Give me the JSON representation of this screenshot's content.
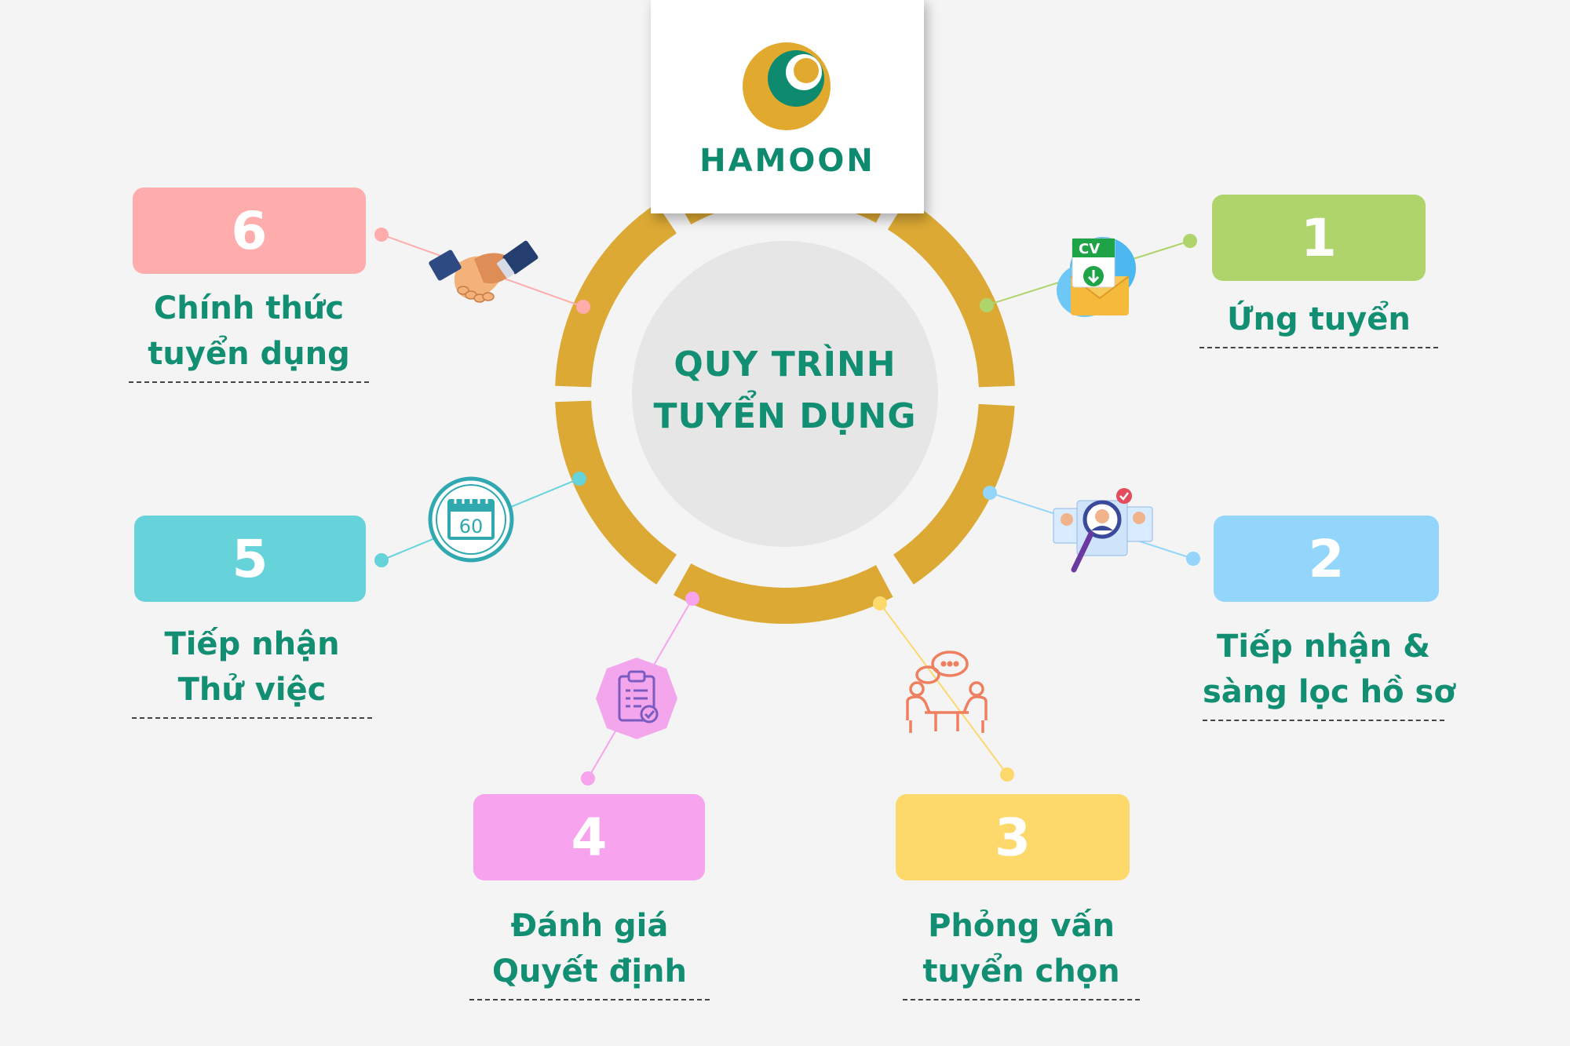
{
  "logo": {
    "text": "HAMOON",
    "gold": "#e1a92d",
    "green": "#0e8a6e"
  },
  "title": {
    "line1": "QUY TRÌNH",
    "line2": "TUYỂN DỤNG"
  },
  "colors": {
    "ring": "#dba934",
    "center_disc": "#e6e6e6",
    "title_text": "#128e73"
  },
  "steps": [
    {
      "number": "1",
      "line1": "Ứng tuyển",
      "line2": "",
      "color": "#aed46b",
      "icon": "cv-envelope-icon"
    },
    {
      "number": "2",
      "line1": "Tiếp nhận &",
      "line2": "sàng lọc hồ sơ",
      "color": "#94d6fb",
      "icon": "candidate-search-icon"
    },
    {
      "number": "3",
      "line1": "Phỏng vấn",
      "line2": "tuyển chọn",
      "color": "#fdd96b",
      "icon": "interview-icon"
    },
    {
      "number": "4",
      "line1": "Đánh giá",
      "line2": "Quyết định",
      "color": "#f8a3ed",
      "icon": "clipboard-check-icon"
    },
    {
      "number": "5",
      "line1": "Tiếp nhận",
      "line2": "Thử việc",
      "color": "#66d2da",
      "icon": "calendar-60-icon",
      "icon_text": "60"
    },
    {
      "number": "6",
      "line1": "Chính thức",
      "line2": "tuyển dụng",
      "color": "#feacac",
      "icon": "handshake-icon"
    }
  ]
}
